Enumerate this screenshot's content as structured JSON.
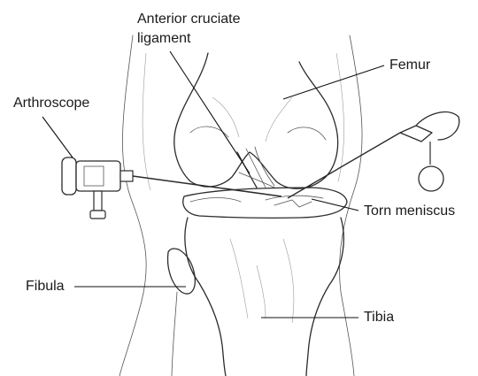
{
  "labels": {
    "acl_line1": "Anterior cruciate",
    "acl_line2": "ligament",
    "femur": "Femur",
    "arthroscope": "Arthroscope",
    "torn_meniscus": "Torn meniscus",
    "fibula": "Fibula",
    "tibia": "Tibia"
  }
}
